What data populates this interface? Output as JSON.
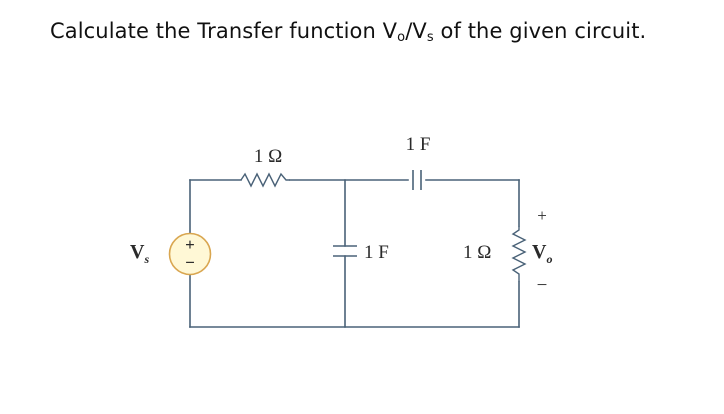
{
  "question": {
    "prefix": "Calculate the Transfer function V",
    "num_sub": "o",
    "slash": "/V",
    "den_sub": "s",
    "suffix": " of the given circuit."
  },
  "circuit": {
    "wire_color": "#4a6278",
    "source_fill": "#fff8d6",
    "source_stroke": "#d9a650",
    "source_label": {
      "main": "V",
      "sub": "s"
    },
    "source_plus": "+",
    "source_minus": "−",
    "r1_label": "1 Ω",
    "c_series_label": "1 F",
    "c_shunt_label": "1 F",
    "r2_label": "1 Ω",
    "output_plus": "+",
    "output_minus": "−",
    "output_label": {
      "main": "V",
      "sub": "o"
    }
  }
}
